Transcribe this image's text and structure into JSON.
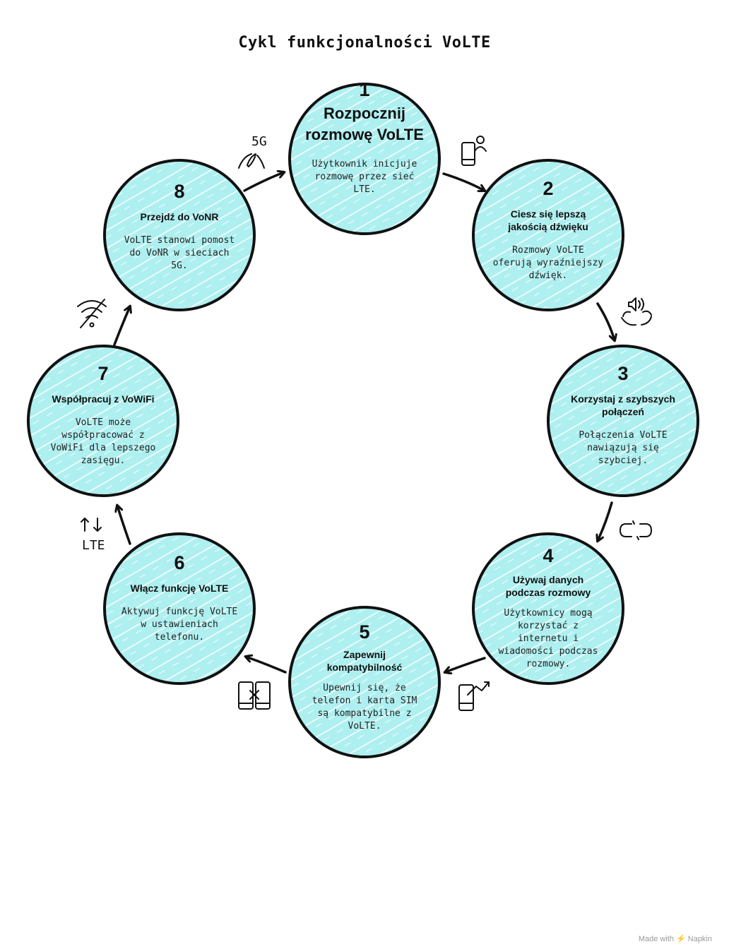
{
  "title": "Cykl funkcjonalności VoLTE",
  "steps": [
    {
      "num": "1",
      "title": "Rozpocznij rozmowę VoLTE",
      "desc": "Użytkownik inicjuje rozmowę przez sieć LTE.",
      "icon": "phone-user-icon"
    },
    {
      "num": "2",
      "title": "Ciesz się lepszą jakością dźwięku",
      "desc": "Rozmowy VoLTE oferują wyraźniejszy dźwięk.",
      "icon": "speaker-cycle-icon"
    },
    {
      "num": "3",
      "title": "Korzystaj z szybszych połączeń",
      "desc": "Połączenia VoLTE nawiązują się szybciej.",
      "icon": "broken-link-icon"
    },
    {
      "num": "4",
      "title": "Używaj danych podczas rozmowy",
      "desc": "Użytkownicy mogą korzystać z internetu i wiadomości podczas rozmowy.",
      "icon": "phone-data-icon"
    },
    {
      "num": "5",
      "title": "Zapewnij kompatybilność",
      "desc": "Upewnij się, że telefon i karta SIM są kompatybilne z VoLTE.",
      "icon": "phones-incompatible-icon"
    },
    {
      "num": "6",
      "title": "Włącz funkcję VoLTE",
      "desc": "Aktywuj funkcję VoLTE w ustawieniach telefonu.",
      "icon": "lte-arrows-icon"
    },
    {
      "num": "7",
      "title": "Współpracuj z VoWiFi",
      "desc": "VoLTE może współpracować z VoWiFi dla lepszego zasięgu.",
      "icon": "wifi-off-icon"
    },
    {
      "num": "8",
      "title": "Przejdź do VoNR",
      "desc": "VoLTE stanowi pomost do VoNR w sieciach 5G.",
      "icon": "5g-signal-icon"
    }
  ],
  "icon_labels": {
    "lte": "LTE",
    "five_g": "5G"
  },
  "footer": "Made with ⚡ Napkin",
  "colors": {
    "circle_fill": "#aeeff0",
    "stroke": "#111111"
  }
}
